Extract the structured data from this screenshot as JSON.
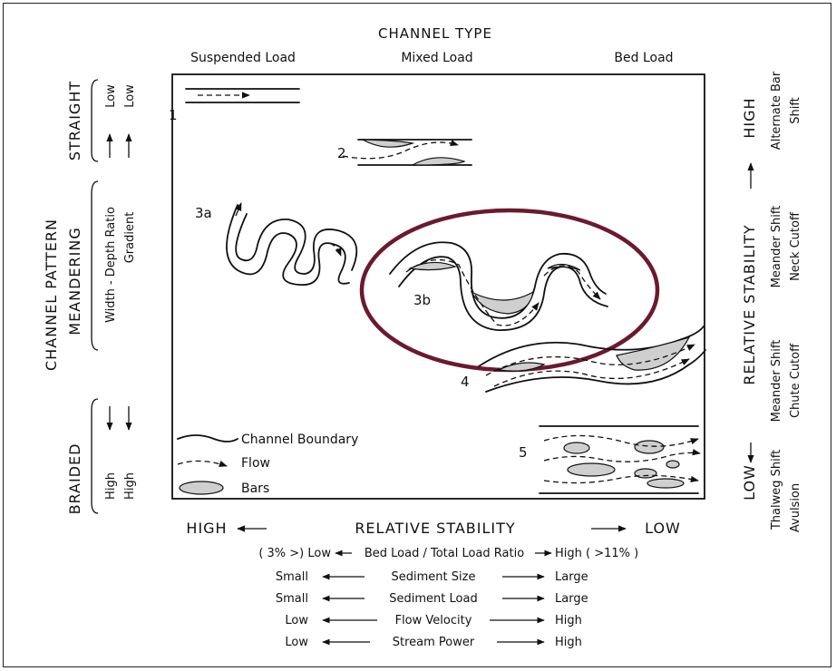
{
  "header": {
    "title": "CHANNEL TYPE",
    "types": [
      "Suspended Load",
      "Mixed Load",
      "Bed Load"
    ]
  },
  "left_axis": {
    "title_line1": "CHANNEL PATTERN",
    "title_line2": "MEANDERING",
    "straight": "STRAIGHT",
    "braided": "BRAIDED",
    "straight_vals": [
      "Low",
      "Low"
    ],
    "braided_vals": [
      "High",
      "High"
    ],
    "wd_ratio": "Width - Depth Ratio",
    "gradient": "Gradient"
  },
  "right_axis": {
    "low": "LOW",
    "title": "RELATIVE STABILITY",
    "high": "HIGH",
    "row1": [
      "Thalweg Shift",
      "Meander Shift",
      "Meander Shift",
      "Alternate Bar"
    ],
    "row2": [
      "Avulsion",
      "Chute Cutoff",
      "Neck Cutoff",
      "Shift"
    ]
  },
  "labels": {
    "s1": "1",
    "s2": "2",
    "s3a": "3a",
    "s3b": "3b",
    "s4": "4",
    "s5": "5"
  },
  "legend": {
    "boundary": "Channel Boundary",
    "flow": "Flow",
    "bars": "Bars"
  },
  "bottom": {
    "high": "HIGH",
    "title": "RELATIVE STABILITY",
    "low": "LOW",
    "rows": [
      {
        "left": "( 3% >) Low",
        "mid": "Bed Load / Total Load Ratio",
        "right": "High ( >11% )"
      },
      {
        "left": "Small",
        "mid": "Sediment Size",
        "right": "Large"
      },
      {
        "left": "Small",
        "mid": "Sediment Load",
        "right": "Large"
      },
      {
        "left": "Low",
        "mid": "Flow Velocity",
        "right": "High"
      },
      {
        "left": "Low",
        "mid": "Stream Power",
        "right": "High"
      }
    ]
  },
  "highlight": {
    "color": "#6b1a2e"
  }
}
